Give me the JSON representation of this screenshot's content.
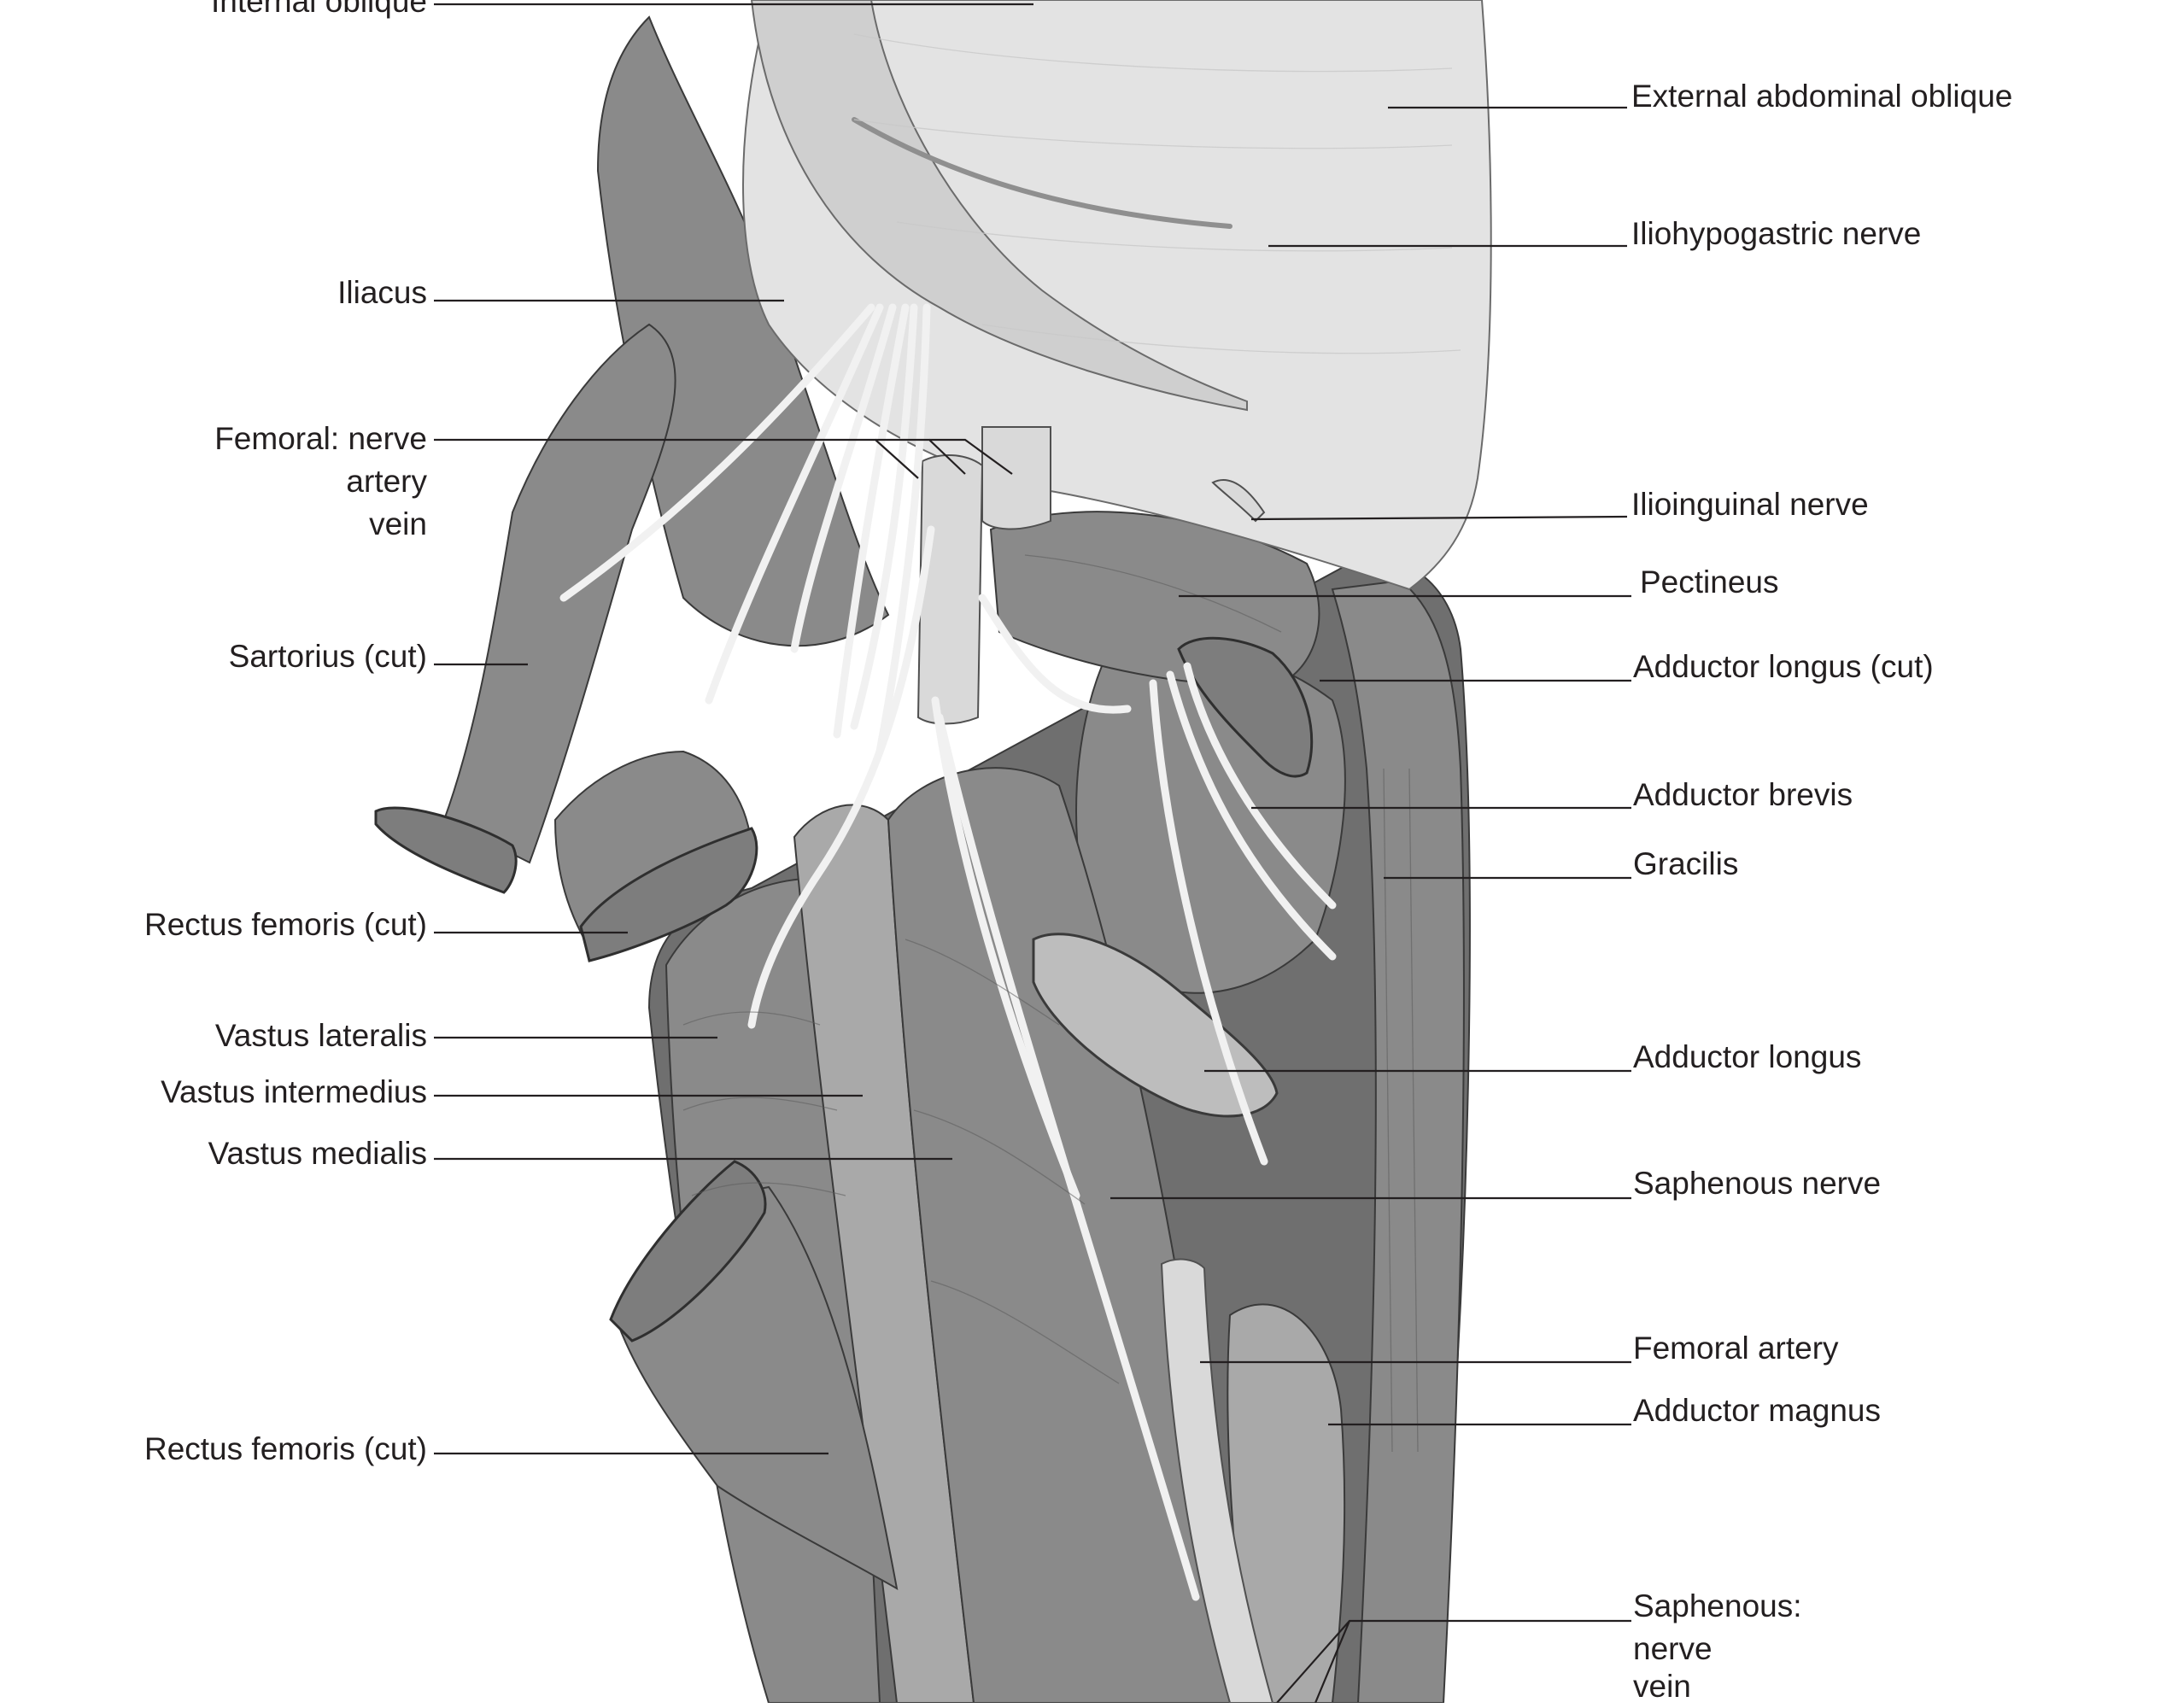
{
  "labels": {
    "internal_oblique": "Internal oblique",
    "iliacus": "Iliacus",
    "femoral_nerve": "Femoral: nerve",
    "femoral_artery_short": "artery",
    "femoral_vein_short": "vein",
    "sartorius_cut": "Sartorius (cut)",
    "rectus_femoris_cut_upper": "Rectus femoris (cut)",
    "vastus_lateralis": "Vastus lateralis",
    "vastus_intermedius": "Vastus intermedius",
    "vastus_medialis": "Vastus medialis",
    "rectus_femoris_cut_lower": "Rectus femoris (cut)",
    "external_abdominal_oblique": "External abdominal oblique",
    "iliohypogastric_nerve": "Iliohypogastric nerve",
    "ilioinguinal_nerve": "Ilioinguinal nerve",
    "pectineus": "Pectineus",
    "adductor_longus_cut": "Adductor longus (cut)",
    "adductor_brevis": "Adductor brevis",
    "gracilis": "Gracilis",
    "adductor_longus": "Adductor longus",
    "saphenous_nerve": "Saphenous nerve",
    "femoral_artery": "Femoral artery",
    "adductor_magnus": "Adductor magnus",
    "saphenous": "Saphenous:",
    "saphenous_nerve_short": "nerve",
    "saphenous_vein_short": "vein"
  }
}
